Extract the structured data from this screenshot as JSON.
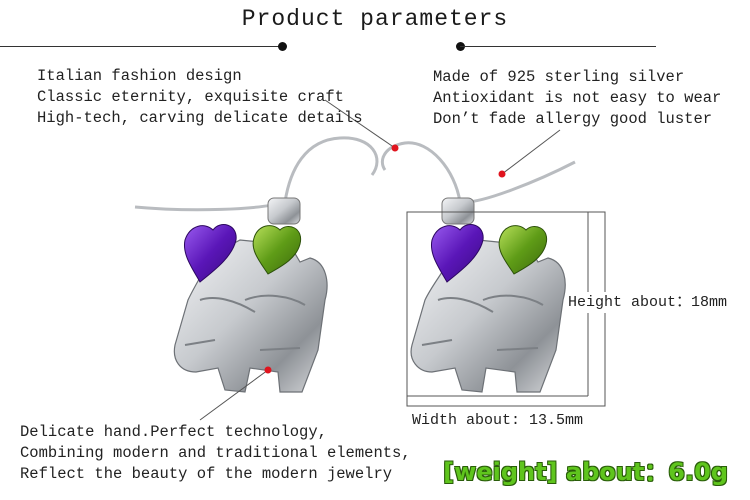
{
  "title": "Product parameters",
  "left_features": [
    "Italian fashion design",
    "Classic eternity, exquisite craft",
    "High-tech, carving delicate details"
  ],
  "right_features": [
    "Made of 925 sterling silver",
    "Antioxidant is not easy to wear",
    "Don’t fade allergy good luster"
  ],
  "bottom_features": [
    "Delicate hand.Perfect technology,",
    "Combining modern and traditional elements,",
    "Reflect the beauty of the modern jewelry"
  ],
  "height_label": "Height about：18mm",
  "width_label": "Width about: 13.5mm",
  "weight_label": "[weight] about：6.0g",
  "colors": {
    "accent_green": "#5fc51d",
    "marker_red": "#e0141e",
    "amethyst": "#6a22c8",
    "peridot": "#6db21e",
    "silver": "#c9ccd1"
  }
}
